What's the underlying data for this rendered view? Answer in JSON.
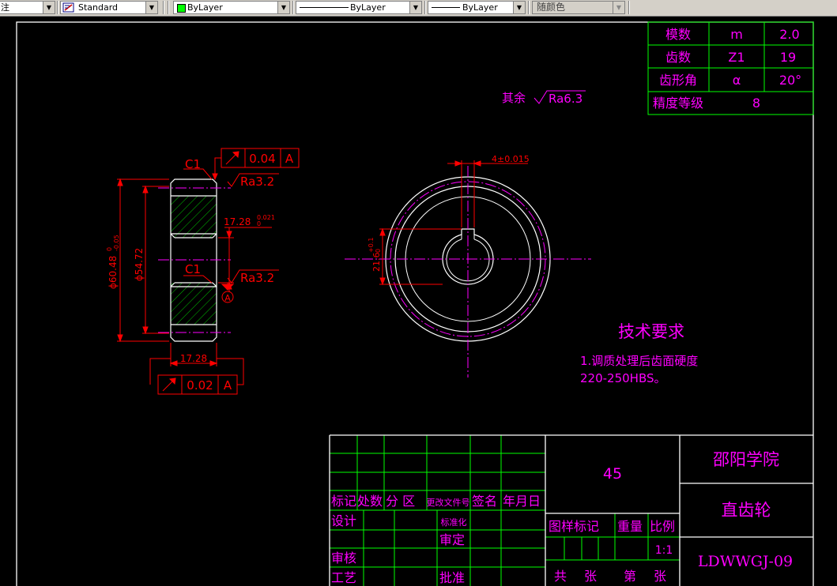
{
  "toolbar": {
    "annot_label": "注",
    "text_style": "Standard",
    "layer": "ByLayer",
    "linetype": "ByLayer",
    "lineweight": "ByLayer",
    "plot_style": "随颜色"
  },
  "drawing": {
    "param_table": {
      "rows": [
        {
          "name": "模数",
          "symbol": "m",
          "value": "2.0"
        },
        {
          "name": "齿数",
          "symbol": "Z1",
          "value": "19"
        },
        {
          "name": "齿形角",
          "symbol": "α",
          "value": "20°"
        }
      ],
      "grade_label": "精度等级",
      "grade_value": "8"
    },
    "roughness_other": "其余",
    "roughness_other_value": "Ra6.3",
    "side_view": {
      "chamfer_top": "C1",
      "chamfer_bore": "C1",
      "tol_top_value": "0.04",
      "tol_top_datum": "A",
      "roughness_top": "Ra3.2",
      "roughness_bore": "Ra3.2",
      "bore_dim": "17.28",
      "bore_dim_tol": "0.021",
      "bore_dim_tol_low": "0",
      "outer_dim": "ϕ60.48",
      "outer_dim_tol_high": "0",
      "outer_dim_tol_low": "-0.05",
      "root_dim": "ϕ54.72",
      "width_dim": "17.28",
      "tol_bottom_value": "0.02",
      "tol_bottom_datum": "A",
      "datum_label": "A"
    },
    "front_view": {
      "keyway_width": "4±0.015",
      "keyway_depth": "21.6",
      "keyway_depth_tol_high": "+0.1",
      "keyway_depth_tol_low": "0"
    },
    "tech_req": {
      "title": "技术要求",
      "line1": "1.调质处理后齿面硬度",
      "line2": "220-250HBS。"
    },
    "title_block": {
      "material": "45",
      "school": "邵阳学院",
      "part_name": "直齿轮",
      "drawing_no": "LDWWGJ-09",
      "header": {
        "mark": "标记",
        "count": "处数",
        "zone": "分 区",
        "doc_no": "更改文件号",
        "sign": "签名",
        "date": "年月日"
      },
      "design": "设计",
      "standardize": "标准化",
      "check": "审核",
      "review": "审定",
      "process": "工艺",
      "approve": "批准",
      "stage_mark": "图样标记",
      "weight": "重量",
      "scale_label": "比例",
      "scale_value": "1:1",
      "sheets_total": "共",
      "sheets_unit": "张",
      "sheet_no": "第",
      "sheet_unit2": "张"
    }
  }
}
